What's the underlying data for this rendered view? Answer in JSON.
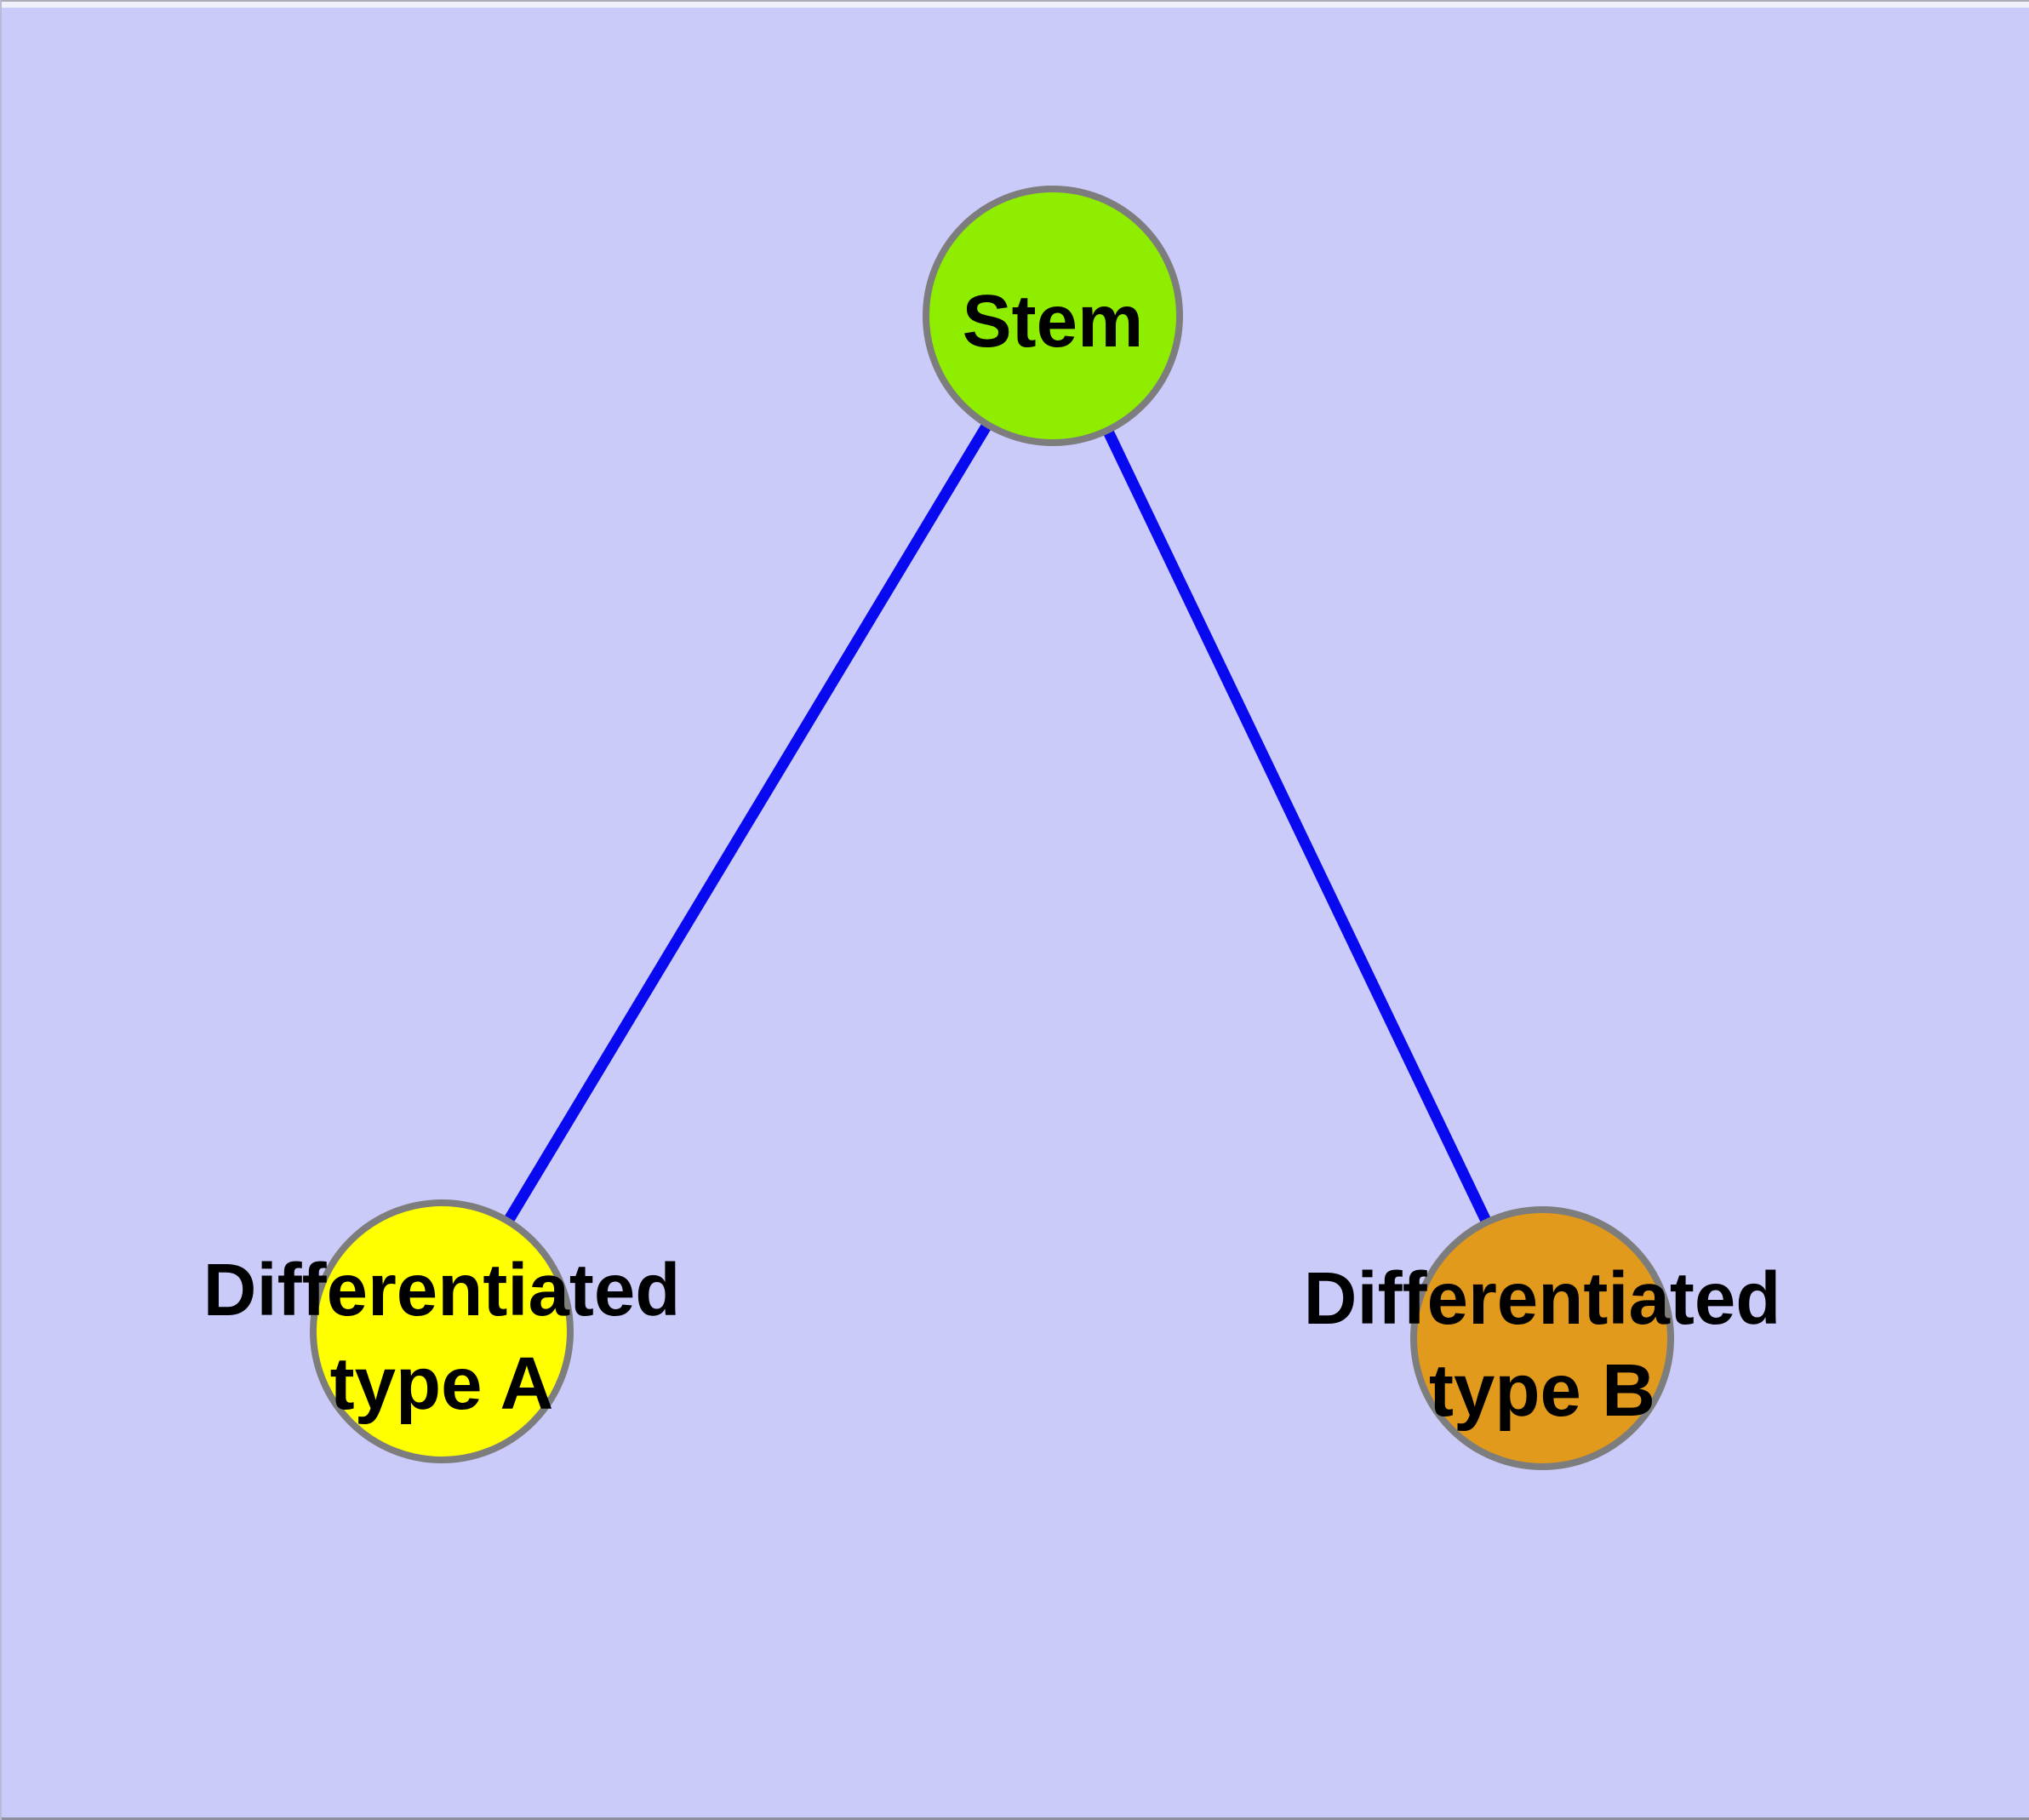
{
  "diagram": {
    "background_color": "#CBCBF9",
    "edge_color": "#0909F0",
    "node_border_color": "#7D7D7D",
    "label_color": "#000000",
    "nodes": {
      "stem": {
        "label": "Stem",
        "fill": "#8FEE00"
      },
      "type_a": {
        "label_line1": "Differentiated",
        "label_line2": "type A",
        "fill": "#FFFF00"
      },
      "type_b": {
        "label_line1": "Differentiated",
        "label_line2": "type B",
        "fill": "#E29A1C"
      }
    },
    "edges": [
      {
        "from": "Stem",
        "to": "Differentiated type A"
      },
      {
        "from": "Stem",
        "to": "Differentiated type B"
      }
    ]
  }
}
